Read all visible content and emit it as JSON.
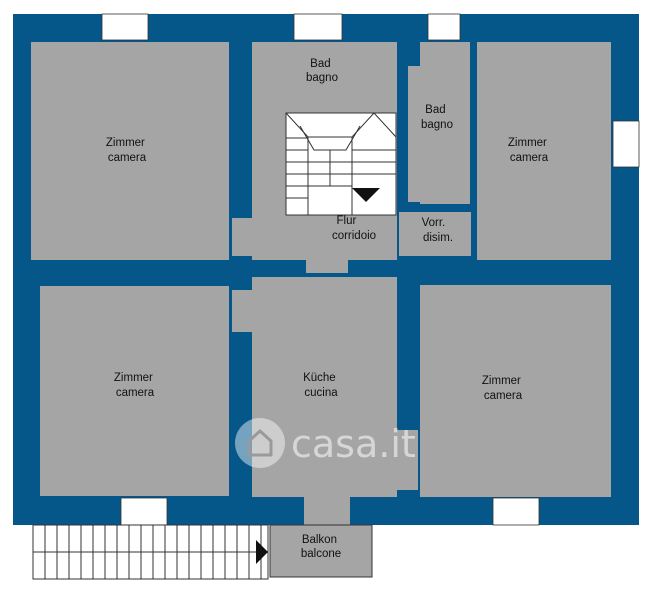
{
  "colors": {
    "wall": "#05578a",
    "room": "#a5a5a5",
    "outline": "#333333",
    "window": "#ffffff",
    "stair_fill": "#ffffff"
  },
  "rooms": [
    {
      "id": "zimmer-nw",
      "name": "zimmer-camera-room",
      "line1": "Zimmer",
      "line2": "camera"
    },
    {
      "id": "bad-1",
      "name": "bad-bagno-room",
      "line1": "Bad",
      "line2": "bagno"
    },
    {
      "id": "bad-2",
      "name": "bad-bagno-room",
      "line1": "Bad",
      "line2": "bagno"
    },
    {
      "id": "zimmer-ne",
      "name": "zimmer-camera-room",
      "line1": "Zimmer",
      "line2": "camera"
    },
    {
      "id": "flur",
      "name": "flur-corridoio-room",
      "line1": "Flur",
      "line2": "corridoio"
    },
    {
      "id": "vorr",
      "name": "vorr-disim-room",
      "line1": "Vorr.",
      "line2": "disim."
    },
    {
      "id": "zimmer-sw",
      "name": "zimmer-camera-room",
      "line1": "Zimmer",
      "line2": "camera"
    },
    {
      "id": "kueche",
      "name": "kueche-cucina-room",
      "line1": "Küche",
      "line2": "cucina"
    },
    {
      "id": "zimmer-se",
      "name": "zimmer-camera-room",
      "line1": "Zimmer",
      "line2": "camera"
    },
    {
      "id": "balkon",
      "name": "balkon-balcone-room",
      "line1": "Balkon",
      "line2": "balcone"
    }
  ],
  "watermark": {
    "text": "casa.it",
    "icon": "house-icon"
  }
}
